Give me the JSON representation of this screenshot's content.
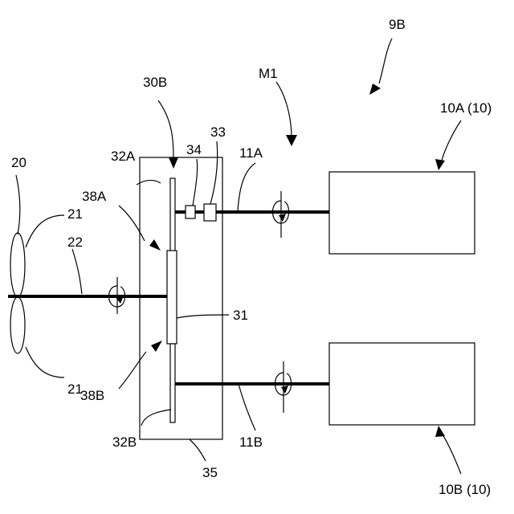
{
  "labels": {
    "l20": "20",
    "l21_top": "21",
    "l21_bottom": "21",
    "l22": "22",
    "l30B": "30B",
    "l32A": "32A",
    "l38A": "38A",
    "l38B": "38B",
    "l32B": "32B",
    "l34": "34",
    "l33": "33",
    "l11A": "11A",
    "l31": "31",
    "l11B": "11B",
    "l35": "35",
    "lM1": "M1",
    "l9B": "9B",
    "l10A": "10A (10)",
    "l10B": "10B (10)"
  }
}
